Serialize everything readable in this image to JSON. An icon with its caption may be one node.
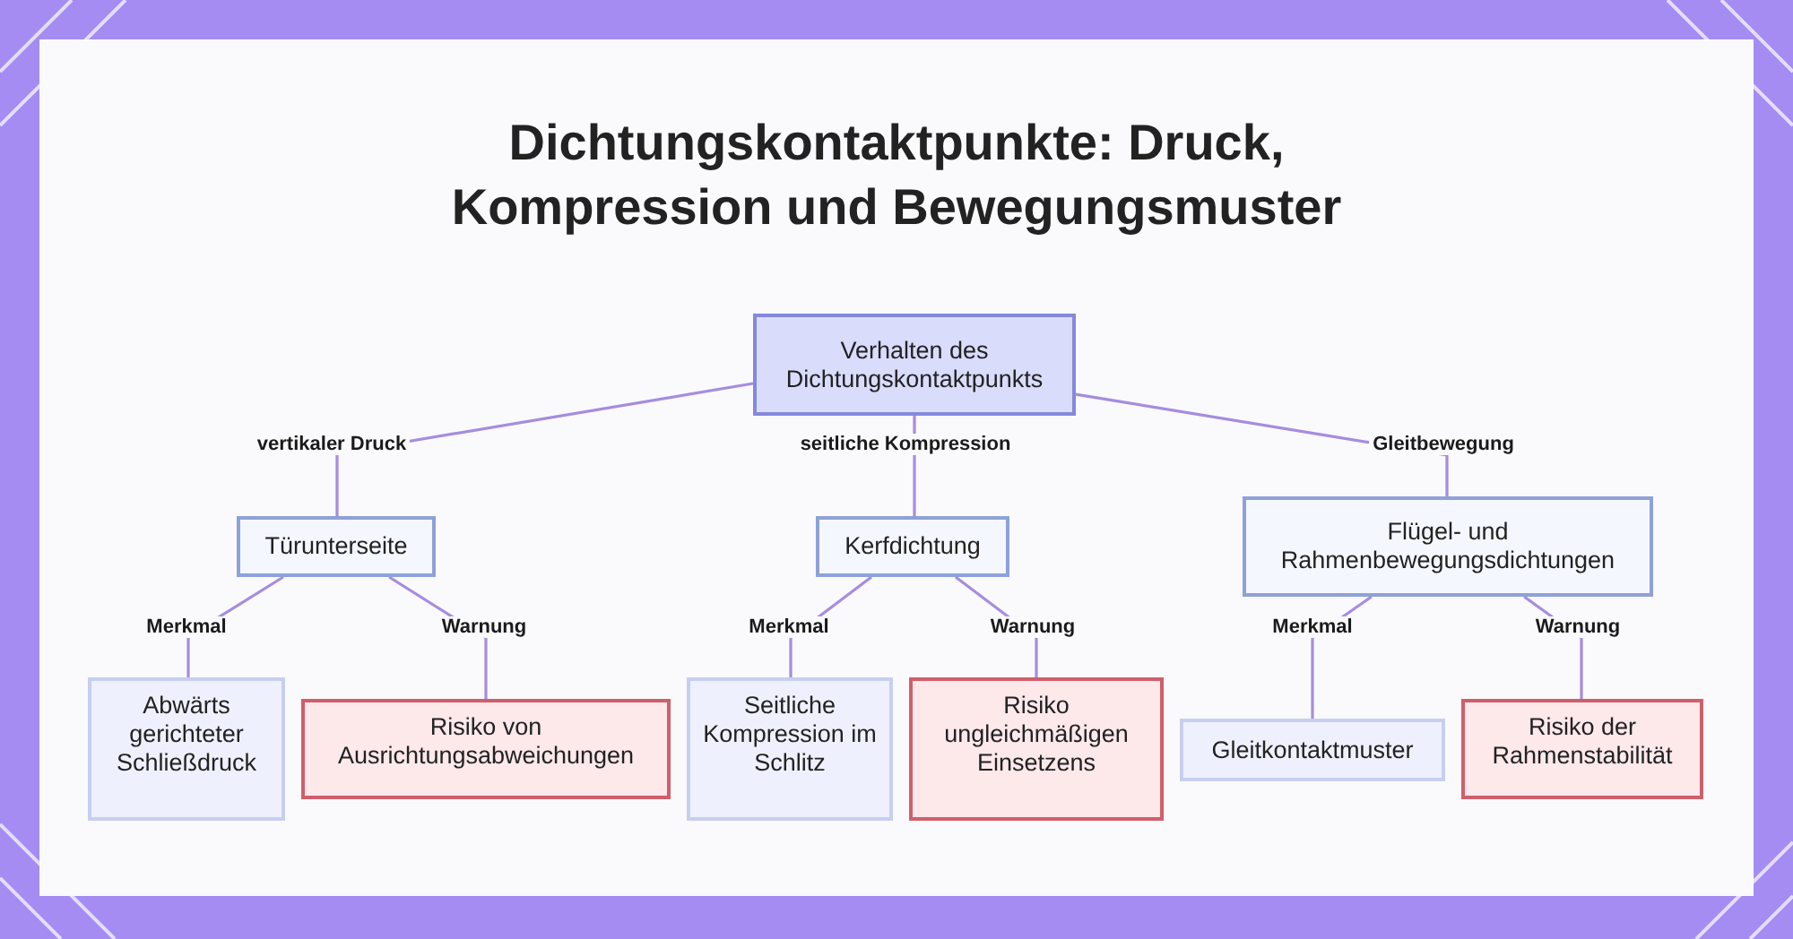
{
  "diagram": {
    "title": "Dichtungskontaktpunkte: Druck, Kompression und Bewegungsmuster",
    "nodes": [
      {
        "text": [
          "Verhalten des Dichtungskontaktpunkts"
        ]
      },
      {
        "text": [
          "Türunterseite"
        ]
      },
      {
        "text": [
          "Kerfdichtung"
        ]
      },
      {
        "text": [
          "Flügel- und Rahmenbewegungsdichtungen"
        ]
      },
      {
        "text": [
          "Abwärts gerichteter Schließdruck"
        ]
      },
      {
        "text": [
          "Risiko von Ausrichtungsabweichungen"
        ]
      },
      {
        "text": [
          "Seitliche Kompression im Schlitz"
        ]
      },
      {
        "text": [
          "Risiko ungleichmäßigen Einsetzens"
        ]
      },
      {
        "text": [
          "Gleitkontaktmuster"
        ]
      },
      {
        "text": [
          "Risiko der Rahmenstabilität"
        ]
      }
    ],
    "edges": [
      {
        "from": 0,
        "to": 1,
        "arrow": "none",
        "label": "vertikaler Druck"
      },
      {
        "from": 0,
        "to": 2,
        "arrow": "none",
        "label": "seitliche Kompression"
      },
      {
        "from": 0,
        "to": 3,
        "arrow": "none",
        "label": "Gleitbewegung"
      },
      {
        "from": 1,
        "to": 4,
        "arrow": "none",
        "label": "Merkmal"
      },
      {
        "from": 1,
        "to": 5,
        "arrow": "none",
        "label": "Warnung"
      },
      {
        "from": 2,
        "to": 6,
        "arrow": "none",
        "label": "Merkmal"
      },
      {
        "from": 2,
        "to": 7,
        "arrow": "none",
        "label": "Warnung"
      },
      {
        "from": 3,
        "to": 8,
        "arrow": "none",
        "label": "Merkmal"
      },
      {
        "from": 3,
        "to": 9,
        "arrow": "none",
        "label": "Warnung"
      }
    ]
  }
}
